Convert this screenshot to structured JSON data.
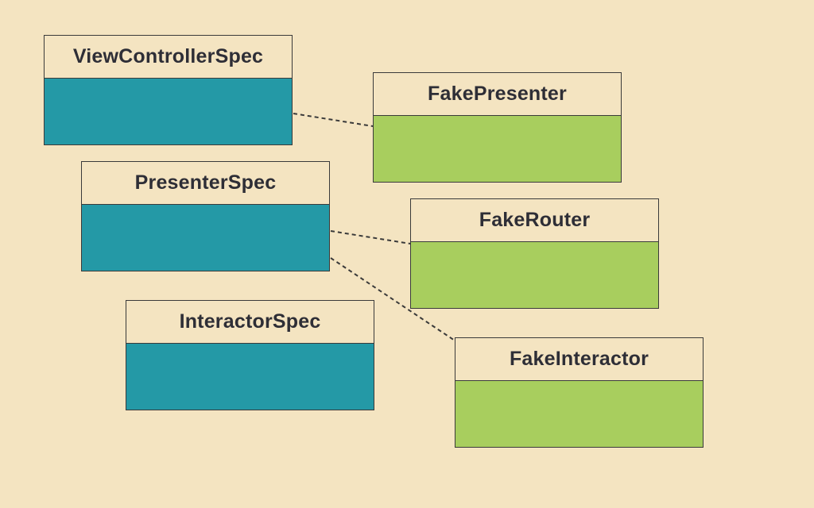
{
  "colors": {
    "background": "#f4e4c1",
    "spec_fill": "#2499a6",
    "fake_fill": "#a8ce5e",
    "border": "#3a3a3a",
    "text": "#2e2e36"
  },
  "specs": [
    {
      "title": "ViewControllerSpec"
    },
    {
      "title": "PresenterSpec"
    },
    {
      "title": "InteractorSpec"
    }
  ],
  "fakes": [
    {
      "title": "FakePresenter"
    },
    {
      "title": "FakeRouter"
    },
    {
      "title": "FakeInteractor"
    }
  ],
  "connections": [
    {
      "from": "ViewControllerSpec",
      "to": "FakePresenter"
    },
    {
      "from": "PresenterSpec",
      "to": "FakeRouter"
    },
    {
      "from": "PresenterSpec",
      "to": "FakeInteractor"
    }
  ]
}
